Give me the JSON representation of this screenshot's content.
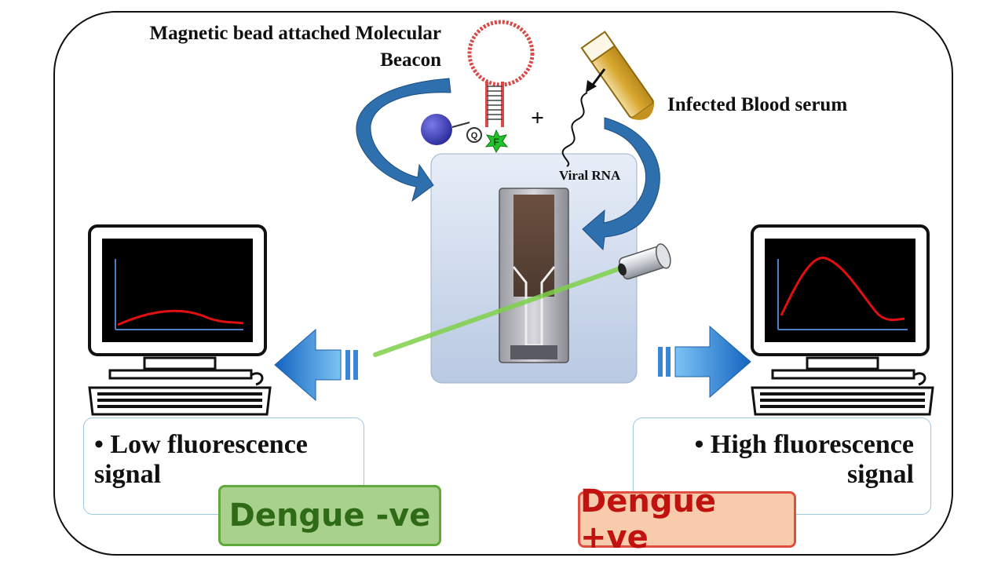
{
  "labels": {
    "beacon": "Magnetic bead attached Molecular Beacon",
    "serum": "Infected Blood serum",
    "rna": "Viral RNA",
    "plus": "+",
    "quencher": "Q",
    "fluorophore": "F"
  },
  "results": {
    "negative": {
      "text": "• Low fluorescence signal",
      "badge": "Dengue -ve"
    },
    "positive": {
      "text": "• High fluorescence signal",
      "badge": "Dengue +ve"
    }
  },
  "colors": {
    "arrow_blue": "#2e6fae",
    "bright_arrow": "#1f8fe0",
    "laser_green": "#7fd14a",
    "negative_green": "#a9d18e",
    "positive_red": "#e05040",
    "signal_red": "#e01010",
    "axis_blue": "#4a7fc0"
  },
  "icons": [
    "magnetic-bead-icon",
    "molecular-beacon-icon",
    "test-tube-icon",
    "viral-rna-icon",
    "cuvette-icon",
    "laser-source-icon",
    "computer-monitor-icon"
  ]
}
